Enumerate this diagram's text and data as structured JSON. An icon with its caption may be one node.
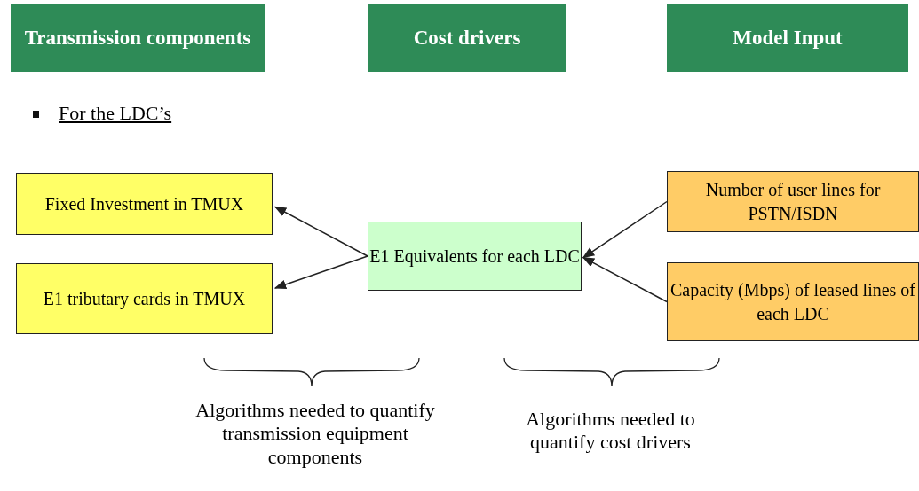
{
  "diagram": {
    "nodes": [
      {
        "text": [
          "Transmission components"
        ]
      },
      {
        "text": [
          "Cost drivers"
        ]
      },
      {
        "text": [
          "Model Input"
        ]
      },
      {
        "text": [
          "Fixed Investment in TMUX"
        ]
      },
      {
        "text": [
          "E1 tributary cards in TMUX"
        ]
      },
      {
        "text": [
          "E1 Equivalents for each LDC"
        ]
      },
      {
        "text": [
          "Number of user lines for PSTN/ISDN"
        ]
      },
      {
        "text": [
          "Capacity (Mbps) of leased lines of each LDC"
        ]
      }
    ],
    "edges": [
      {
        "from": 5,
        "to": 3,
        "arrow": "to"
      },
      {
        "from": 5,
        "to": 4,
        "arrow": "to"
      },
      {
        "from": 6,
        "to": 5,
        "arrow": "to"
      },
      {
        "from": 7,
        "to": 5,
        "arrow": "to"
      }
    ],
    "labels": [
      "For the LDC’s",
      "Algorithms needed to quantify transmission equipment components",
      "Algorithms needed to quantify cost drivers"
    ]
  }
}
